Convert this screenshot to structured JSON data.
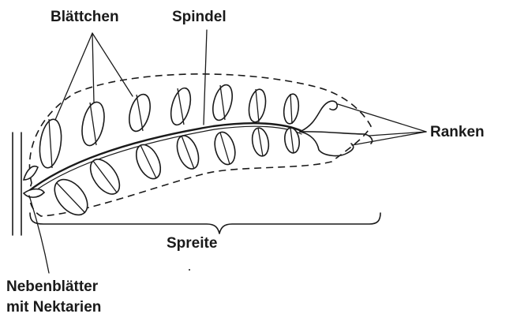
{
  "labels": {
    "blaettchen": "Blättchen",
    "spindel": "Spindel",
    "ranken": "Ranken",
    "spreite": "Spreite",
    "nebenblaetter_line1": "Nebenblätter",
    "nebenblaetter_line2": "mit Nektarien"
  },
  "colors": {
    "ink": "#1a1a1a",
    "background": "#ffffff"
  }
}
